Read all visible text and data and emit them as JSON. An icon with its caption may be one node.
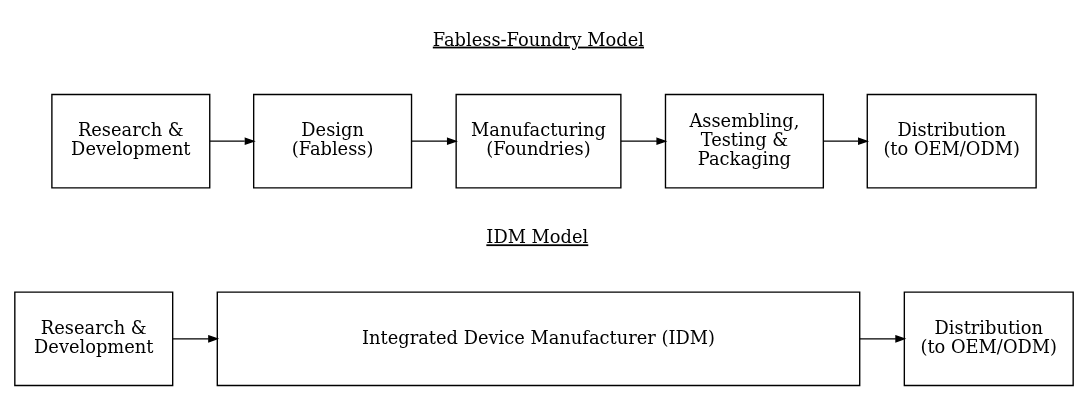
{
  "diagram": {
    "nodes": [
      {
        "text": [
          "Research & Development"
        ]
      },
      {
        "text": [
          "Design (Fabless)"
        ]
      },
      {
        "text": [
          "Manufacturing (Foundries)"
        ]
      },
      {
        "text": [
          "Assembling, Testing & Packaging"
        ]
      },
      {
        "text": [
          "Distribution (to OEM/ODM)"
        ]
      },
      {
        "text": [
          "Research & Development"
        ]
      },
      {
        "text": [
          "Integrated Device Manufacturer (IDM)"
        ]
      },
      {
        "text": [
          "Distribution (to OEM/ODM)"
        ]
      }
    ],
    "edges": [
      {
        "from": 0,
        "to": 1,
        "arrow": "to"
      },
      {
        "from": 1,
        "to": 2,
        "arrow": "to"
      },
      {
        "from": 2,
        "to": 3,
        "arrow": "to"
      },
      {
        "from": 3,
        "to": 4,
        "arrow": "to"
      },
      {
        "from": 5,
        "to": 6,
        "arrow": "to"
      },
      {
        "from": 6,
        "to": 7,
        "arrow": "to"
      }
    ],
    "labels": [
      "Fabless-Foundry Model",
      "IDM Model"
    ]
  }
}
